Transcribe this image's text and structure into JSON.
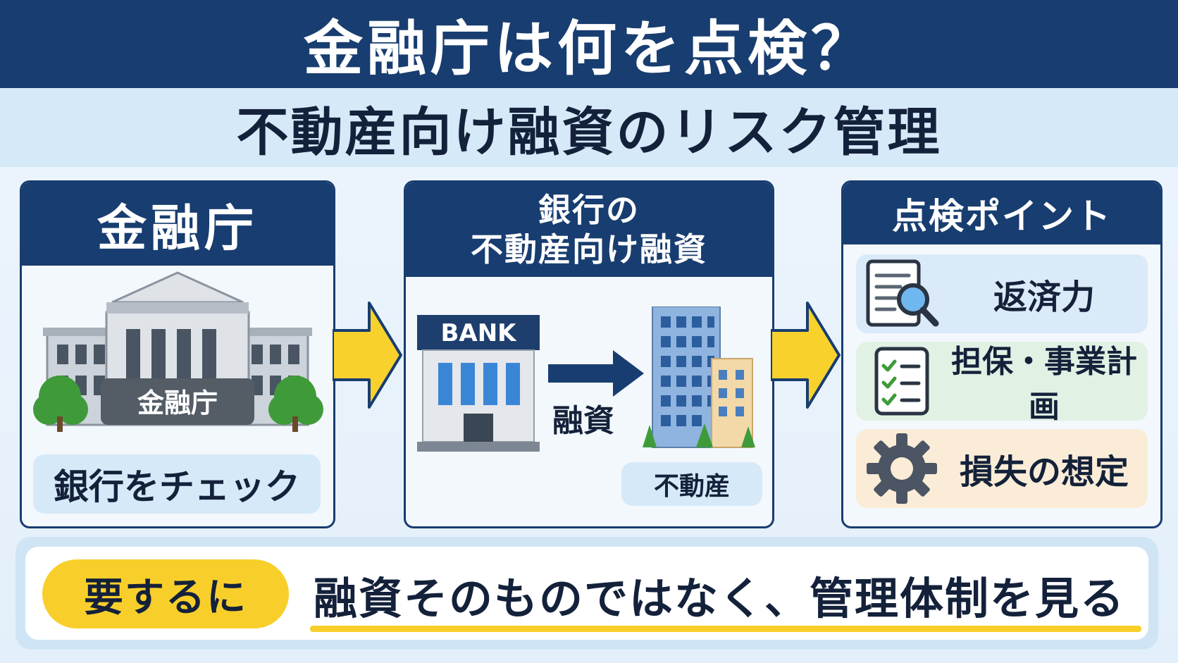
{
  "header": {
    "title": "金融庁は何を点検？",
    "subtitle": "不動産向け融資のリスク管理"
  },
  "fsa_panel": {
    "heading": "金融庁",
    "sign": "金融庁",
    "caption": "銀行をチェック"
  },
  "bank_panel": {
    "heading_line1": "銀行の",
    "heading_line2": "不動産向け融資",
    "bank_sign": "BANK",
    "loan_label": "融資",
    "real_estate_label": "不動産"
  },
  "points_panel": {
    "heading": "点検ポイント",
    "items": [
      {
        "label": "返済力",
        "icon": "document-search-icon"
      },
      {
        "label": "担保・事業計画",
        "icon": "checklist-icon"
      },
      {
        "label": "損失の想定",
        "icon": "gear-icon"
      }
    ]
  },
  "summary": {
    "badge": "要するに",
    "text": "融資そのものではなく、管理体制を見る"
  },
  "colors": {
    "navy": "#183d70",
    "light_blue": "#d6e9f8",
    "yellow": "#f8cf2a",
    "green": "#3f9b3a"
  }
}
